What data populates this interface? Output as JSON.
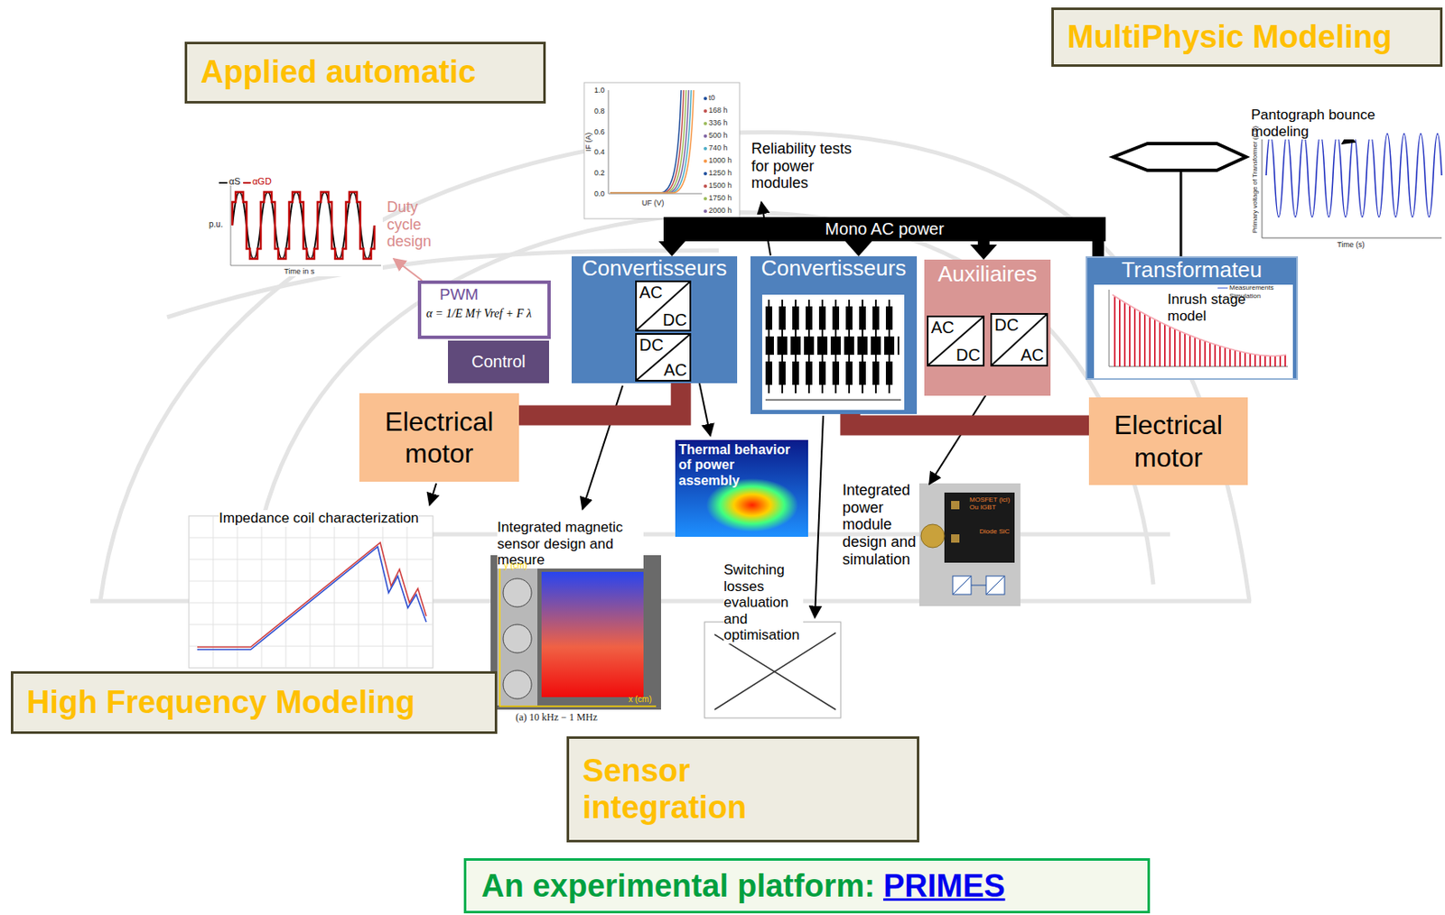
{
  "diagram": {
    "nodes": [
      {
        "text": [
          "Applied automatic"
        ]
      },
      {
        "text": [
          "MultiPhysic Modeling"
        ]
      },
      {
        "text": [
          "Mono AC power"
        ]
      },
      {
        "text": [
          "PWM",
          "α = 1/E M† Vref + F λ"
        ]
      },
      {
        "text": [
          "Control"
        ]
      },
      {
        "text": [
          "Convertisseurs"
        ]
      },
      {
        "text": [
          "AC",
          "DC"
        ],
        "in": 5
      },
      {
        "text": [
          "DC",
          "AC"
        ],
        "in": 5
      },
      {
        "text": [
          "Convertisseurs"
        ]
      },
      {
        "text": [
          "Auxiliaires"
        ]
      },
      {
        "text": [
          "AC",
          "DC"
        ],
        "in": 9
      },
      {
        "text": [
          "DC",
          "AC"
        ],
        "in": 9
      },
      {
        "text": [
          "Transformateu",
          "Inrush stage model"
        ]
      },
      {
        "text": [
          "Electrical motor"
        ]
      },
      {
        "text": [
          "Electrical motor"
        ]
      },
      {
        "text": [
          "High Frequency Modeling"
        ]
      },
      {
        "text": [
          "Sensor integration"
        ]
      },
      {
        "text": [
          "An experimental platform:",
          "PRIMES"
        ]
      }
    ],
    "edges": [
      {
        "from": 2,
        "to": 5,
        "arrow": "to"
      },
      {
        "from": 2,
        "to": 8,
        "arrow": "to"
      },
      {
        "from": 2,
        "to": 9,
        "arrow": "to"
      },
      {
        "from": 12,
        "to": 2,
        "arrow": "none"
      },
      {
        "from": 13,
        "to": 5,
        "arrow": "none"
      },
      {
        "from": 8,
        "to": 14,
        "arrow": "none"
      }
    ],
    "labels": [
      "Duty cycle design",
      "αS",
      "αGD",
      "p.u.",
      "Time in s",
      "Reliability tests for power modules",
      "IF (A)",
      "UF (V)",
      "t0",
      "168 h",
      "336 h",
      "500 h",
      "740 h",
      "1000 h",
      "1250 h",
      "1500 h",
      "1750 h",
      "2000 h",
      "Pantograph bounce modeling",
      "Primary voltage of Transformer (p.u)",
      "Time (s)",
      "Measurements",
      "Simulation",
      "Thermal behavior of power assembly",
      "Impedance coil characterization",
      "Integrated magnetic sensor design and mesure",
      "y (cm)",
      "x (cm)",
      "(a) 10 kHz − 1 MHz",
      "Switching losses evaluation and optimisation",
      "Integrated power module design and simulation",
      "MOSFET (ici) Ou IGBT",
      "Diode SiC",
      "1.0",
      "0.8",
      "0.6",
      "0.4",
      "0.2",
      "0.0"
    ]
  }
}
